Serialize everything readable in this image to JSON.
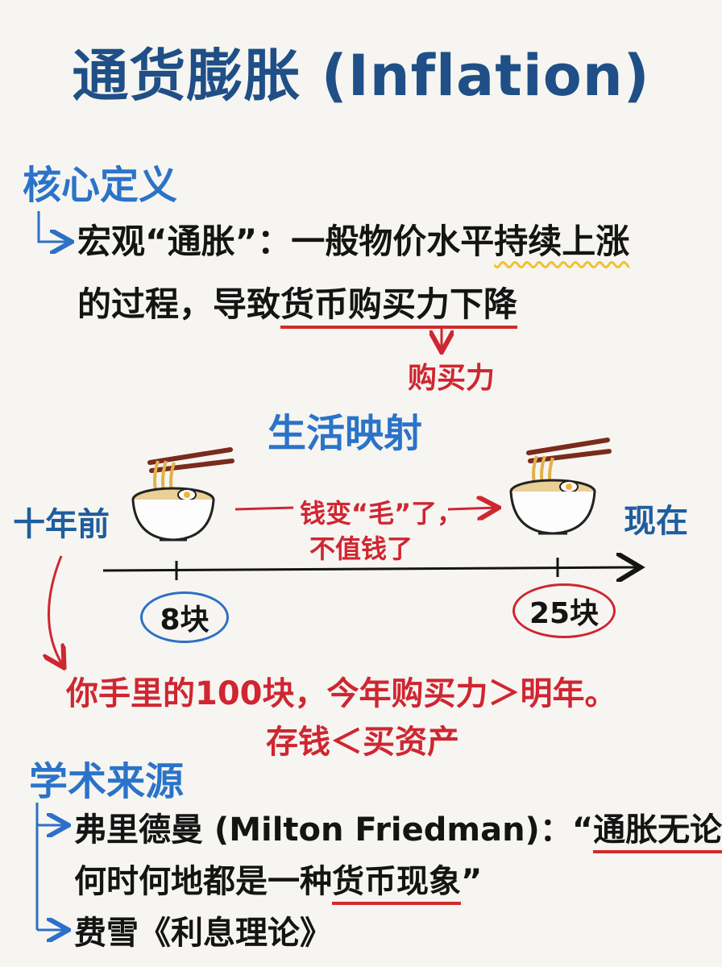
{
  "title": "通货膨胀 (Inflation)",
  "definition": {
    "heading": "核心定义",
    "line1_prefix": "宏观“通胀”：一般物价水平",
    "line1_emphasis": "持续上涨",
    "line2_prefix": "的过程，导致",
    "line2_emphasis": "货币购买力下降",
    "annotation": "购买力"
  },
  "life": {
    "heading": "生活映射",
    "before_label": "十年前",
    "now_label": "现在",
    "middle_line1": "钱变“毛”了，",
    "middle_line2": "不值钱了",
    "price_before": "8块",
    "price_now": "25块",
    "conclusion": "你手里的100块，今年购买力＞明年。",
    "advice": "存钱＜买资产"
  },
  "sources": {
    "heading": "学术来源",
    "friedman_prefix": "弗里德曼 (Milton Friedman)：“",
    "friedman_emph1": "通胀无论",
    "friedman_line2_prefix": "何时何地都是一种",
    "friedman_emph2": "货币现象",
    "friedman_close": "”",
    "fisher": "费雪《利息理论》"
  },
  "colors": {
    "title": "#1f4f86",
    "heading": "#2b73c9",
    "red": "#cf2631",
    "wavy": "#f2c12e"
  },
  "icons": [
    "noodle-bowl-icon",
    "chopsticks-icon",
    "arrow-icon"
  ]
}
